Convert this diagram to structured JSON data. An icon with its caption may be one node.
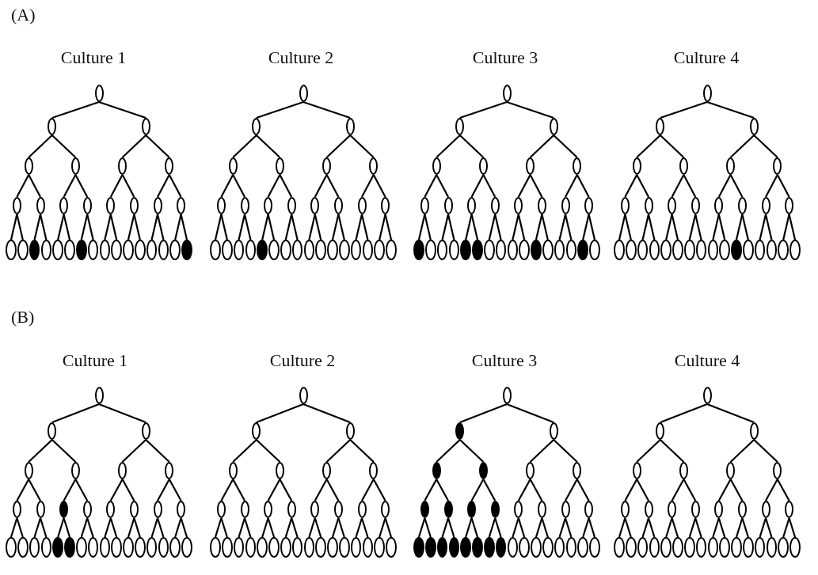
{
  "diagram": {
    "nodes": [
      {
        "text": [],
        "shape": "oval"
      },
      {
        "text": [],
        "shape": "oval"
      },
      {
        "text": [],
        "shape": "oval"
      },
      {
        "text": [],
        "shape": "oval"
      },
      {
        "text": [],
        "shape": "oval"
      },
      {
        "text": [],
        "shape": "oval"
      },
      {
        "text": [],
        "shape": "oval"
      },
      {
        "text": [],
        "shape": "oval"
      },
      {
        "text": [],
        "shape": "oval"
      },
      {
        "text": [],
        "shape": "oval"
      },
      {
        "text": [],
        "shape": "oval"
      },
      {
        "text": [],
        "shape": "oval"
      },
      {
        "text": [],
        "shape": "oval"
      },
      {
        "text": [],
        "shape": "oval"
      },
      {
        "text": [],
        "shape": "oval"
      },
      {
        "text": [],
        "shape": "oval"
      },
      {
        "text": [],
        "shape": "oval"
      },
      {
        "text": [],
        "shape": "disc"
      },
      {
        "text": [],
        "shape": "oval"
      },
      {
        "text": [],
        "shape": "oval"
      },
      {
        "text": [],
        "shape": "oval"
      },
      {
        "text": [],
        "shape": "disc"
      },
      {
        "text": [],
        "shape": "oval"
      },
      {
        "text": [],
        "shape": "oval"
      },
      {
        "text": [],
        "shape": "oval"
      },
      {
        "text": [],
        "shape": "oval"
      },
      {
        "text": [],
        "shape": "oval"
      },
      {
        "text": [],
        "shape": "oval"
      },
      {
        "text": [],
        "shape": "oval"
      },
      {
        "text": [],
        "shape": "oval"
      },
      {
        "text": [],
        "shape": "disc"
      },
      {
        "text": [],
        "shape": "oval"
      },
      {
        "text": [],
        "shape": "oval"
      },
      {
        "text": [],
        "shape": "oval"
      },
      {
        "text": [],
        "shape": "oval"
      },
      {
        "text": [],
        "shape": "oval"
      },
      {
        "text": [],
        "shape": "oval"
      },
      {
        "text": [],
        "shape": "oval"
      },
      {
        "text": [],
        "shape": "oval"
      },
      {
        "text": [],
        "shape": "oval"
      },
      {
        "text": [],
        "shape": "oval"
      },
      {
        "text": [],
        "shape": "oval"
      },
      {
        "text": [],
        "shape": "oval"
      },
      {
        "text": [],
        "shape": "oval"
      },
      {
        "text": [],
        "shape": "oval"
      },
      {
        "text": [],
        "shape": "oval"
      },
      {
        "text": [],
        "shape": "oval"
      },
      {
        "text": [],
        "shape": "oval"
      },
      {
        "text": [],
        "shape": "oval"
      },
      {
        "text": [],
        "shape": "oval"
      },
      {
        "text": [],
        "shape": "disc"
      },
      {
        "text": [],
        "shape": "oval"
      },
      {
        "text": [],
        "shape": "oval"
      },
      {
        "text": [],
        "shape": "oval"
      },
      {
        "text": [],
        "shape": "oval"
      },
      {
        "text": [],
        "shape": "oval"
      },
      {
        "text": [],
        "shape": "oval"
      },
      {
        "text": [],
        "shape": "oval"
      },
      {
        "text": [],
        "shape": "oval"
      },
      {
        "text": [],
        "shape": "oval"
      },
      {
        "text": [],
        "shape": "oval"
      },
      {
        "text": [],
        "shape": "oval"
      },
      {
        "text": [],
        "shape": "oval"
      },
      {
        "text": [],
        "shape": "oval"
      },
      {
        "text": [],
        "shape": "oval"
      },
      {
        "text": [],
        "shape": "oval"
      },
      {
        "text": [],
        "shape": "oval"
      },
      {
        "text": [],
        "shape": "oval"
      },
      {
        "text": [],
        "shape": "oval"
      },
      {
        "text": [],
        "shape": "oval"
      },
      {
        "text": [],
        "shape": "oval"
      },
      {
        "text": [],
        "shape": "oval"
      },
      {
        "text": [],
        "shape": "oval"
      },
      {
        "text": [],
        "shape": "oval"
      },
      {
        "text": [],
        "shape": "oval"
      },
      {
        "text": [],
        "shape": "oval"
      },
      {
        "text": [],
        "shape": "oval"
      },
      {
        "text": [],
        "shape": "disc"
      },
      {
        "text": [],
        "shape": "oval"
      },
      {
        "text": [],
        "shape": "oval"
      },
      {
        "text": [],
        "shape": "oval"
      },
      {
        "text": [],
        "shape": "disc"
      },
      {
        "text": [],
        "shape": "disc"
      },
      {
        "text": [],
        "shape": "oval"
      },
      {
        "text": [],
        "shape": "oval"
      },
      {
        "text": [],
        "shape": "oval"
      },
      {
        "text": [],
        "shape": "oval"
      },
      {
        "text": [],
        "shape": "disc"
      },
      {
        "text": [],
        "shape": "oval"
      },
      {
        "text": [],
        "shape": "oval"
      },
      {
        "text": [],
        "shape": "oval"
      },
      {
        "text": [],
        "shape": "disc"
      },
      {
        "text": [],
        "shape": "oval"
      },
      {
        "text": [],
        "shape": "oval"
      },
      {
        "text": [],
        "shape": "oval"
      },
      {
        "text": [],
        "shape": "oval"
      },
      {
        "text": [],
        "shape": "oval"
      },
      {
        "text": [],
        "shape": "oval"
      },
      {
        "text": [],
        "shape": "oval"
      },
      {
        "text": [],
        "shape": "oval"
      },
      {
        "text": [],
        "shape": "oval"
      },
      {
        "text": [],
        "shape": "oval"
      },
      {
        "text": [],
        "shape": "oval"
      },
      {
        "text": [],
        "shape": "oval"
      },
      {
        "text": [],
        "shape": "oval"
      },
      {
        "text": [],
        "shape": "oval"
      },
      {
        "text": [],
        "shape": "oval"
      },
      {
        "text": [],
        "shape": "oval"
      },
      {
        "text": [],
        "shape": "oval"
      },
      {
        "text": [],
        "shape": "oval"
      },
      {
        "text": [],
        "shape": "oval"
      },
      {
        "text": [],
        "shape": "oval"
      },
      {
        "text": [],
        "shape": "oval"
      },
      {
        "text": [],
        "shape": "oval"
      },
      {
        "text": [],
        "shape": "oval"
      },
      {
        "text": [],
        "shape": "oval"
      },
      {
        "text": [],
        "shape": "oval"
      },
      {
        "text": [],
        "shape": "oval"
      },
      {
        "text": [],
        "shape": "disc"
      },
      {
        "text": [],
        "shape": "oval"
      },
      {
        "text": [],
        "shape": "oval"
      },
      {
        "text": [],
        "shape": "oval"
      },
      {
        "text": [],
        "shape": "oval"
      },
      {
        "text": [],
        "shape": "oval"
      },
      {
        "text": [],
        "shape": "oval"
      },
      {
        "text": [],
        "shape": "oval"
      },
      {
        "text": [],
        "shape": "oval"
      },
      {
        "text": [],
        "shape": "oval"
      },
      {
        "text": [],
        "shape": "oval"
      },
      {
        "text": [],
        "shape": "oval"
      },
      {
        "text": [],
        "shape": "oval"
      },
      {
        "text": [],
        "shape": "oval"
      },
      {
        "text": [],
        "shape": "oval"
      },
      {
        "text": [],
        "shape": "disc"
      },
      {
        "text": [],
        "shape": "oval"
      },
      {
        "text": [],
        "shape": "oval"
      },
      {
        "text": [],
        "shape": "oval"
      },
      {
        "text": [],
        "shape": "oval"
      },
      {
        "text": [],
        "shape": "oval"
      },
      {
        "text": [],
        "shape": "oval"
      },
      {
        "text": [],
        "shape": "oval"
      },
      {
        "text": [],
        "shape": "oval"
      },
      {
        "text": [],
        "shape": "oval"
      },
      {
        "text": [],
        "shape": "disc"
      },
      {
        "text": [],
        "shape": "disc"
      },
      {
        "text": [],
        "shape": "oval"
      },
      {
        "text": [],
        "shape": "oval"
      },
      {
        "text": [],
        "shape": "oval"
      },
      {
        "text": [],
        "shape": "oval"
      },
      {
        "text": [],
        "shape": "oval"
      },
      {
        "text": [],
        "shape": "oval"
      },
      {
        "text": [],
        "shape": "oval"
      },
      {
        "text": [],
        "shape": "oval"
      },
      {
        "text": [],
        "shape": "oval"
      },
      {
        "text": [],
        "shape": "oval"
      },
      {
        "text": [],
        "shape": "oval"
      },
      {
        "text": [],
        "shape": "oval"
      },
      {
        "text": [],
        "shape": "oval"
      },
      {
        "text": [],
        "shape": "oval"
      },
      {
        "text": [],
        "shape": "oval"
      },
      {
        "text": [],
        "shape": "oval"
      },
      {
        "text": [],
        "shape": "oval"
      },
      {
        "text": [],
        "shape": "oval"
      },
      {
        "text": [],
        "shape": "oval"
      },
      {
        "text": [],
        "shape": "oval"
      },
      {
        "text": [],
        "shape": "oval"
      },
      {
        "text": [],
        "shape": "oval"
      },
      {
        "text": [],
        "shape": "oval"
      },
      {
        "text": [],
        "shape": "oval"
      },
      {
        "text": [],
        "shape": "oval"
      },
      {
        "text": [],
        "shape": "oval"
      },
      {
        "text": [],
        "shape": "oval"
      },
      {
        "text": [],
        "shape": "oval"
      },
      {
        "text": [],
        "shape": "oval"
      },
      {
        "text": [],
        "shape": "oval"
      },
      {
        "text": [],
        "shape": "oval"
      },
      {
        "text": [],
        "shape": "oval"
      },
      {
        "text": [],
        "shape": "oval"
      },
      {
        "text": [],
        "shape": "oval"
      },
      {
        "text": [],
        "shape": "oval"
      },
      {
        "text": [],
        "shape": "oval"
      },
      {
        "text": [],
        "shape": "oval"
      },
      {
        "text": [],
        "shape": "oval"
      },
      {
        "text": [],
        "shape": "oval"
      },
      {
        "text": [],
        "shape": "oval"
      },
      {
        "text": [],
        "shape": "oval"
      },
      {
        "text": [],
        "shape": "oval"
      },
      {
        "text": [],
        "shape": "disc"
      },
      {
        "text": [],
        "shape": "oval"
      },
      {
        "text": [],
        "shape": "disc"
      },
      {
        "text": [],
        "shape": "disc"
      },
      {
        "text": [],
        "shape": "oval"
      },
      {
        "text": [],
        "shape": "oval"
      },
      {
        "text": [],
        "shape": "disc"
      },
      {
        "text": [],
        "shape": "disc"
      },
      {
        "text": [],
        "shape": "disc"
      },
      {
        "text": [],
        "shape": "disc"
      },
      {
        "text": [],
        "shape": "oval"
      },
      {
        "text": [],
        "shape": "oval"
      },
      {
        "text": [],
        "shape": "oval"
      },
      {
        "text": [],
        "shape": "oval"
      },
      {
        "text": [],
        "shape": "disc"
      },
      {
        "text": [],
        "shape": "disc"
      },
      {
        "text": [],
        "shape": "disc"
      },
      {
        "text": [],
        "shape": "disc"
      },
      {
        "text": [],
        "shape": "disc"
      },
      {
        "text": [],
        "shape": "disc"
      },
      {
        "text": [],
        "shape": "disc"
      },
      {
        "text": [],
        "shape": "disc"
      },
      {
        "text": [],
        "shape": "oval"
      },
      {
        "text": [],
        "shape": "oval"
      },
      {
        "text": [],
        "shape": "oval"
      },
      {
        "text": [],
        "shape": "oval"
      },
      {
        "text": [],
        "shape": "oval"
      },
      {
        "text": [],
        "shape": "oval"
      },
      {
        "text": [],
        "shape": "oval"
      },
      {
        "text": [],
        "shape": "oval"
      },
      {
        "text": [],
        "shape": "oval"
      },
      {
        "text": [],
        "shape": "oval"
      },
      {
        "text": [],
        "shape": "oval"
      },
      {
        "text": [],
        "shape": "oval"
      },
      {
        "text": [],
        "shape": "oval"
      },
      {
        "text": [],
        "shape": "oval"
      },
      {
        "text": [],
        "shape": "oval"
      },
      {
        "text": [],
        "shape": "oval"
      },
      {
        "text": [],
        "shape": "oval"
      },
      {
        "text": [],
        "shape": "oval"
      },
      {
        "text": [],
        "shape": "oval"
      },
      {
        "text": [],
        "shape": "oval"
      },
      {
        "text": [],
        "shape": "oval"
      },
      {
        "text": [],
        "shape": "oval"
      },
      {
        "text": [],
        "shape": "oval"
      },
      {
        "text": [],
        "shape": "oval"
      },
      {
        "text": [],
        "shape": "oval"
      },
      {
        "text": [],
        "shape": "oval"
      },
      {
        "text": [],
        "shape": "oval"
      },
      {
        "text": [],
        "shape": "oval"
      },
      {
        "text": [],
        "shape": "oval"
      },
      {
        "text": [],
        "shape": "oval"
      },
      {
        "text": [],
        "shape": "oval"
      },
      {
        "text": [],
        "shape": "oval"
      },
      {
        "text": [],
        "shape": "oval"
      },
      {
        "text": [],
        "shape": "oval"
      },
      {
        "text": [],
        "shape": "oval"
      },
      {
        "text": [],
        "shape": "oval"
      },
      {
        "text": [],
        "shape": "oval"
      },
      {
        "text": [],
        "shape": "oval"
      },
      {
        "text": [],
        "shape": "oval"
      }
    ],
    "edges": [
      {
        "from": 0,
        "to": 1,
        "arrow": "none"
      },
      {
        "from": 0,
        "to": 2,
        "arrow": "none"
      },
      {
        "from": 1,
        "to": 3,
        "arrow": "none"
      },
      {
        "from": 1,
        "to": 4,
        "arrow": "none"
      },
      {
        "from": 2,
        "to": 5,
        "arrow": "none"
      },
      {
        "from": 2,
        "to": 6,
        "arrow": "none"
      },
      {
        "from": 3,
        "to": 7,
        "arrow": "none"
      },
      {
        "from": 3,
        "to": 8,
        "arrow": "none"
      },
      {
        "from": 4,
        "to": 9,
        "arrow": "none"
      },
      {
        "from": 4,
        "to": 10,
        "arrow": "none"
      },
      {
        "from": 5,
        "to": 11,
        "arrow": "none"
      },
      {
        "from": 5,
        "to": 12,
        "arrow": "none"
      },
      {
        "from": 6,
        "to": 13,
        "arrow": "none"
      },
      {
        "from": 6,
        "to": 14,
        "arrow": "none"
      },
      {
        "from": 7,
        "to": 15,
        "arrow": "none"
      },
      {
        "from": 7,
        "to": 16,
        "arrow": "none"
      },
      {
        "from": 8,
        "to": 17,
        "arrow": "none"
      },
      {
        "from": 8,
        "to": 18,
        "arrow": "none"
      },
      {
        "from": 9,
        "to": 19,
        "arrow": "none"
      },
      {
        "from": 9,
        "to": 20,
        "arrow": "none"
      },
      {
        "from": 10,
        "to": 21,
        "arrow": "none"
      },
      {
        "from": 10,
        "to": 22,
        "arrow": "none"
      },
      {
        "from": 11,
        "to": 23,
        "arrow": "none"
      },
      {
        "from": 11,
        "to": 24,
        "arrow": "none"
      },
      {
        "from": 12,
        "to": 25,
        "arrow": "none"
      },
      {
        "from": 12,
        "to": 26,
        "arrow": "none"
      },
      {
        "from": 13,
        "to": 27,
        "arrow": "none"
      },
      {
        "from": 13,
        "to": 28,
        "arrow": "none"
      },
      {
        "from": 14,
        "to": 29,
        "arrow": "none"
      },
      {
        "from": 14,
        "to": 30,
        "arrow": "none"
      },
      {
        "from": 31,
        "to": 32,
        "arrow": "none"
      },
      {
        "from": 31,
        "to": 33,
        "arrow": "none"
      },
      {
        "from": 32,
        "to": 34,
        "arrow": "none"
      },
      {
        "from": 32,
        "to": 35,
        "arrow": "none"
      },
      {
        "from": 33,
        "to": 36,
        "arrow": "none"
      },
      {
        "from": 33,
        "to": 37,
        "arrow": "none"
      },
      {
        "from": 34,
        "to": 38,
        "arrow": "none"
      },
      {
        "from": 34,
        "to": 39,
        "arrow": "none"
      },
      {
        "from": 35,
        "to": 40,
        "arrow": "none"
      },
      {
        "from": 35,
        "to": 41,
        "arrow": "none"
      },
      {
        "from": 36,
        "to": 42,
        "arrow": "none"
      },
      {
        "from": 36,
        "to": 43,
        "arrow": "none"
      },
      {
        "from": 37,
        "to": 44,
        "arrow": "none"
      },
      {
        "from": 37,
        "to": 45,
        "arrow": "none"
      },
      {
        "from": 38,
        "to": 46,
        "arrow": "none"
      },
      {
        "from": 38,
        "to": 47,
        "arrow": "none"
      },
      {
        "from": 39,
        "to": 48,
        "arrow": "none"
      },
      {
        "from": 39,
        "to": 49,
        "arrow": "none"
      },
      {
        "from": 40,
        "to": 50,
        "arrow": "none"
      },
      {
        "from": 40,
        "to": 51,
        "arrow": "none"
      },
      {
        "from": 41,
        "to": 52,
        "arrow": "none"
      },
      {
        "from": 41,
        "to": 53,
        "arrow": "none"
      },
      {
        "from": 42,
        "to": 54,
        "arrow": "none"
      },
      {
        "from": 42,
        "to": 55,
        "arrow": "none"
      },
      {
        "from": 43,
        "to": 56,
        "arrow": "none"
      },
      {
        "from": 43,
        "to": 57,
        "arrow": "none"
      },
      {
        "from": 44,
        "to": 58,
        "arrow": "none"
      },
      {
        "from": 44,
        "to": 59,
        "arrow": "none"
      },
      {
        "from": 45,
        "to": 60,
        "arrow": "none"
      },
      {
        "from": 45,
        "to": 61,
        "arrow": "none"
      },
      {
        "from": 62,
        "to": 63,
        "arrow": "none"
      },
      {
        "from": 62,
        "to": 64,
        "arrow": "none"
      },
      {
        "from": 63,
        "to": 65,
        "arrow": "none"
      },
      {
        "from": 63,
        "to": 66,
        "arrow": "none"
      },
      {
        "from": 64,
        "to": 67,
        "arrow": "none"
      },
      {
        "from": 64,
        "to": 68,
        "arrow": "none"
      },
      {
        "from": 65,
        "to": 69,
        "arrow": "none"
      },
      {
        "from": 65,
        "to": 70,
        "arrow": "none"
      },
      {
        "from": 66,
        "to": 71,
        "arrow": "none"
      },
      {
        "from": 66,
        "to": 72,
        "arrow": "none"
      },
      {
        "from": 67,
        "to": 73,
        "arrow": "none"
      },
      {
        "from": 67,
        "to": 74,
        "arrow": "none"
      },
      {
        "from": 68,
        "to": 75,
        "arrow": "none"
      },
      {
        "from": 68,
        "to": 76,
        "arrow": "none"
      },
      {
        "from": 69,
        "to": 77,
        "arrow": "none"
      },
      {
        "from": 69,
        "to": 78,
        "arrow": "none"
      },
      {
        "from": 70,
        "to": 79,
        "arrow": "none"
      },
      {
        "from": 70,
        "to": 80,
        "arrow": "none"
      },
      {
        "from": 71,
        "to": 81,
        "arrow": "none"
      },
      {
        "from": 71,
        "to": 82,
        "arrow": "none"
      },
      {
        "from": 72,
        "to": 83,
        "arrow": "none"
      },
      {
        "from": 72,
        "to": 84,
        "arrow": "none"
      },
      {
        "from": 73,
        "to": 85,
        "arrow": "none"
      },
      {
        "from": 73,
        "to": 86,
        "arrow": "none"
      },
      {
        "from": 74,
        "to": 87,
        "arrow": "none"
      },
      {
        "from": 74,
        "to": 88,
        "arrow": "none"
      },
      {
        "from": 75,
        "to": 89,
        "arrow": "none"
      },
      {
        "from": 75,
        "to": 90,
        "arrow": "none"
      },
      {
        "from": 76,
        "to": 91,
        "arrow": "none"
      },
      {
        "from": 76,
        "to": 92,
        "arrow": "none"
      },
      {
        "from": 93,
        "to": 94,
        "arrow": "none"
      },
      {
        "from": 93,
        "to": 95,
        "arrow": "none"
      },
      {
        "from": 94,
        "to": 96,
        "arrow": "none"
      },
      {
        "from": 94,
        "to": 97,
        "arrow": "none"
      },
      {
        "from": 95,
        "to": 98,
        "arrow": "none"
      },
      {
        "from": 95,
        "to": 99,
        "arrow": "none"
      },
      {
        "from": 96,
        "to": 100,
        "arrow": "none"
      },
      {
        "from": 96,
        "to": 101,
        "arrow": "none"
      },
      {
        "from": 97,
        "to": 102,
        "arrow": "none"
      },
      {
        "from": 97,
        "to": 103,
        "arrow": "none"
      },
      {
        "from": 98,
        "to": 104,
        "arrow": "none"
      },
      {
        "from": 98,
        "to": 105,
        "arrow": "none"
      },
      {
        "from": 99,
        "to": 106,
        "arrow": "none"
      },
      {
        "from": 99,
        "to": 107,
        "arrow": "none"
      },
      {
        "from": 100,
        "to": 108,
        "arrow": "none"
      },
      {
        "from": 100,
        "to": 109,
        "arrow": "none"
      },
      {
        "from": 101,
        "to": 110,
        "arrow": "none"
      },
      {
        "from": 101,
        "to": 111,
        "arrow": "none"
      },
      {
        "from": 102,
        "to": 112,
        "arrow": "none"
      },
      {
        "from": 102,
        "to": 113,
        "arrow": "none"
      },
      {
        "from": 103,
        "to": 114,
        "arrow": "none"
      },
      {
        "from": 103,
        "to": 115,
        "arrow": "none"
      },
      {
        "from": 104,
        "to": 116,
        "arrow": "none"
      },
      {
        "from": 104,
        "to": 117,
        "arrow": "none"
      },
      {
        "from": 105,
        "to": 118,
        "arrow": "none"
      },
      {
        "from": 105,
        "to": 119,
        "arrow": "none"
      },
      {
        "from": 106,
        "to": 120,
        "arrow": "none"
      },
      {
        "from": 106,
        "to": 121,
        "arrow": "none"
      },
      {
        "from": 107,
        "to": 122,
        "arrow": "none"
      },
      {
        "from": 107,
        "to": 123,
        "arrow": "none"
      },
      {
        "from": 124,
        "to": 125,
        "arrow": "none"
      },
      {
        "from": 124,
        "to": 126,
        "arrow": "none"
      },
      {
        "from": 125,
        "to": 127,
        "arrow": "none"
      },
      {
        "from": 125,
        "to": 128,
        "arrow": "none"
      },
      {
        "from": 126,
        "to": 129,
        "arrow": "none"
      },
      {
        "from": 126,
        "to": 130,
        "arrow": "none"
      },
      {
        "from": 127,
        "to": 131,
        "arrow": "none"
      },
      {
        "from": 127,
        "to": 132,
        "arrow": "none"
      },
      {
        "from": 128,
        "to": 133,
        "arrow": "none"
      },
      {
        "from": 128,
        "to": 134,
        "arrow": "none"
      },
      {
        "from": 129,
        "to": 135,
        "arrow": "none"
      },
      {
        "from": 129,
        "to": 136,
        "arrow": "none"
      },
      {
        "from": 130,
        "to": 137,
        "arrow": "none"
      },
      {
        "from": 130,
        "to": 138,
        "arrow": "none"
      },
      {
        "from": 131,
        "to": 139,
        "arrow": "none"
      },
      {
        "from": 131,
        "to": 140,
        "arrow": "none"
      },
      {
        "from": 132,
        "to": 141,
        "arrow": "none"
      },
      {
        "from": 132,
        "to": 142,
        "arrow": "none"
      },
      {
        "from": 133,
        "to": 143,
        "arrow": "none"
      },
      {
        "from": 133,
        "to": 144,
        "arrow": "none"
      },
      {
        "from": 134,
        "to": 145,
        "arrow": "none"
      },
      {
        "from": 134,
        "to": 146,
        "arrow": "none"
      },
      {
        "from": 135,
        "to": 147,
        "arrow": "none"
      },
      {
        "from": 135,
        "to": 148,
        "arrow": "none"
      },
      {
        "from": 136,
        "to": 149,
        "arrow": "none"
      },
      {
        "from": 136,
        "to": 150,
        "arrow": "none"
      },
      {
        "from": 137,
        "to": 151,
        "arrow": "none"
      },
      {
        "from": 137,
        "to": 152,
        "arrow": "none"
      },
      {
        "from": 138,
        "to": 153,
        "arrow": "none"
      },
      {
        "from": 138,
        "to": 154,
        "arrow": "none"
      },
      {
        "from": 155,
        "to": 156,
        "arrow": "none"
      },
      {
        "from": 155,
        "to": 157,
        "arrow": "none"
      },
      {
        "from": 156,
        "to": 158,
        "arrow": "none"
      },
      {
        "from": 156,
        "to": 159,
        "arrow": "none"
      },
      {
        "from": 157,
        "to": 160,
        "arrow": "none"
      },
      {
        "from": 157,
        "to": 161,
        "arrow": "none"
      },
      {
        "from": 158,
        "to": 162,
        "arrow": "none"
      },
      {
        "from": 158,
        "to": 163,
        "arrow": "none"
      },
      {
        "from": 159,
        "to": 164,
        "arrow": "none"
      },
      {
        "from": 159,
        "to": 165,
        "arrow": "none"
      },
      {
        "from": 160,
        "to": 166,
        "arrow": "none"
      },
      {
        "from": 160,
        "to": 167,
        "arrow": "none"
      },
      {
        "from": 161,
        "to": 168,
        "arrow": "none"
      },
      {
        "from": 161,
        "to": 169,
        "arrow": "none"
      },
      {
        "from": 162,
        "to": 170,
        "arrow": "none"
      },
      {
        "from": 162,
        "to": 171,
        "arrow": "none"
      },
      {
        "from": 163,
        "to": 172,
        "arrow": "none"
      },
      {
        "from": 163,
        "to": 173,
        "arrow": "none"
      },
      {
        "from": 164,
        "to": 174,
        "arrow": "none"
      },
      {
        "from": 164,
        "to": 175,
        "arrow": "none"
      },
      {
        "from": 165,
        "to": 176,
        "arrow": "none"
      },
      {
        "from": 165,
        "to": 177,
        "arrow": "none"
      },
      {
        "from": 166,
        "to": 178,
        "arrow": "none"
      },
      {
        "from": 166,
        "to": 179,
        "arrow": "none"
      },
      {
        "from": 167,
        "to": 180,
        "arrow": "none"
      },
      {
        "from": 167,
        "to": 181,
        "arrow": "none"
      },
      {
        "from": 168,
        "to": 182,
        "arrow": "none"
      },
      {
        "from": 168,
        "to": 183,
        "arrow": "none"
      },
      {
        "from": 169,
        "to": 184,
        "arrow": "none"
      },
      {
        "from": 169,
        "to": 185,
        "arrow": "none"
      },
      {
        "from": 186,
        "to": 187,
        "arrow": "none"
      },
      {
        "from": 186,
        "to": 188,
        "arrow": "none"
      },
      {
        "from": 187,
        "to": 189,
        "arrow": "none"
      },
      {
        "from": 187,
        "to": 190,
        "arrow": "none"
      },
      {
        "from": 188,
        "to": 191,
        "arrow": "none"
      },
      {
        "from": 188,
        "to": 192,
        "arrow": "none"
      },
      {
        "from": 189,
        "to": 193,
        "arrow": "none"
      },
      {
        "from": 189,
        "to": 194,
        "arrow": "none"
      },
      {
        "from": 190,
        "to": 195,
        "arrow": "none"
      },
      {
        "from": 190,
        "to": 196,
        "arrow": "none"
      },
      {
        "from": 191,
        "to": 197,
        "arrow": "none"
      },
      {
        "from": 191,
        "to": 198,
        "arrow": "none"
      },
      {
        "from": 192,
        "to": 199,
        "arrow": "none"
      },
      {
        "from": 192,
        "to": 200,
        "arrow": "none"
      },
      {
        "from": 193,
        "to": 201,
        "arrow": "none"
      },
      {
        "from": 193,
        "to": 202,
        "arrow": "none"
      },
      {
        "from": 194,
        "to": 203,
        "arrow": "none"
      },
      {
        "from": 194,
        "to": 204,
        "arrow": "none"
      },
      {
        "from": 195,
        "to": 205,
        "arrow": "none"
      },
      {
        "from": 195,
        "to": 206,
        "arrow": "none"
      },
      {
        "from": 196,
        "to": 207,
        "arrow": "none"
      },
      {
        "from": 196,
        "to": 208,
        "arrow": "none"
      },
      {
        "from": 197,
        "to": 209,
        "arrow": "none"
      },
      {
        "from": 197,
        "to": 210,
        "arrow": "none"
      },
      {
        "from": 198,
        "to": 211,
        "arrow": "none"
      },
      {
        "from": 198,
        "to": 212,
        "arrow": "none"
      },
      {
        "from": 199,
        "to": 213,
        "arrow": "none"
      },
      {
        "from": 199,
        "to": 214,
        "arrow": "none"
      },
      {
        "from": 200,
        "to": 215,
        "arrow": "none"
      },
      {
        "from": 200,
        "to": 216,
        "arrow": "none"
      },
      {
        "from": 217,
        "to": 218,
        "arrow": "none"
      },
      {
        "from": 217,
        "to": 219,
        "arrow": "none"
      },
      {
        "from": 218,
        "to": 220,
        "arrow": "none"
      },
      {
        "from": 218,
        "to": 221,
        "arrow": "none"
      },
      {
        "from": 219,
        "to": 222,
        "arrow": "none"
      },
      {
        "from": 219,
        "to": 223,
        "arrow": "none"
      },
      {
        "from": 220,
        "to": 224,
        "arrow": "none"
      },
      {
        "from": 220,
        "to": 225,
        "arrow": "none"
      },
      {
        "from": 221,
        "to": 226,
        "arrow": "none"
      },
      {
        "from": 221,
        "to": 227,
        "arrow": "none"
      },
      {
        "from": 222,
        "to": 228,
        "arrow": "none"
      },
      {
        "from": 222,
        "to": 229,
        "arrow": "none"
      },
      {
        "from": 223,
        "to": 230,
        "arrow": "none"
      },
      {
        "from": 223,
        "to": 231,
        "arrow": "none"
      },
      {
        "from": 224,
        "to": 232,
        "arrow": "none"
      },
      {
        "from": 224,
        "to": 233,
        "arrow": "none"
      },
      {
        "from": 225,
        "to": 234,
        "arrow": "none"
      },
      {
        "from": 225,
        "to": 235,
        "arrow": "none"
      },
      {
        "from": 226,
        "to": 236,
        "arrow": "none"
      },
      {
        "from": 226,
        "to": 237,
        "arrow": "none"
      },
      {
        "from": 227,
        "to": 238,
        "arrow": "none"
      },
      {
        "from": 227,
        "to": 239,
        "arrow": "none"
      },
      {
        "from": 228,
        "to": 240,
        "arrow": "none"
      },
      {
        "from": 228,
        "to": 241,
        "arrow": "none"
      },
      {
        "from": 229,
        "to": 242,
        "arrow": "none"
      },
      {
        "from": 229,
        "to": 243,
        "arrow": "none"
      },
      {
        "from": 230,
        "to": 244,
        "arrow": "none"
      },
      {
        "from": 230,
        "to": 245,
        "arrow": "none"
      },
      {
        "from": 231,
        "to": 246,
        "arrow": "none"
      },
      {
        "from": 231,
        "to": 247,
        "arrow": "none"
      }
    ],
    "labels": [
      "(A)",
      "Culture 1",
      "Culture 2",
      "Culture 3",
      "Culture 4",
      "(B)",
      "Culture 1",
      "Culture 2",
      "Culture 3",
      "Culture 4"
    ]
  }
}
